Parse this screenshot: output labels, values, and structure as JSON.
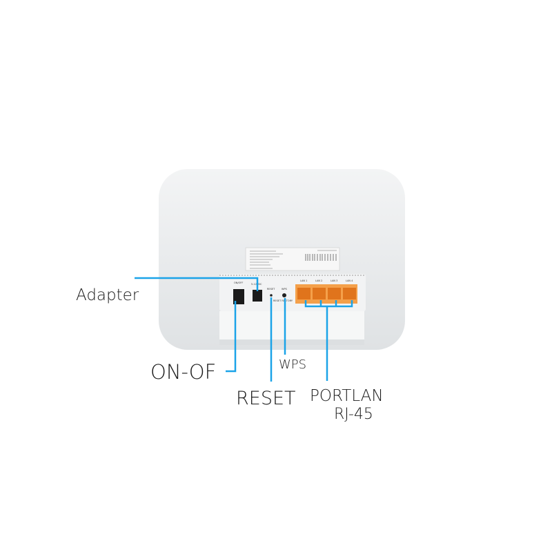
{
  "callouts": {
    "adapter": "Adapter",
    "on_off": "ON-OF",
    "reset": "RESET",
    "wps": "WPS",
    "portlan": "PORTLAN",
    "rj45": "RJ-45"
  },
  "device_labels": {
    "on_off": "ON/OFF",
    "power": "5-12VDC",
    "reset": "RESET",
    "wps": "WPS",
    "reset_factory": "RESET FACTORY",
    "lan_ports": [
      "LAN 1",
      "LAN 2",
      "LAN 3",
      "LAN 4"
    ]
  },
  "colors": {
    "callout_line": "#1aa3e8",
    "port": "#f08a2a",
    "body": "#eceeef"
  }
}
